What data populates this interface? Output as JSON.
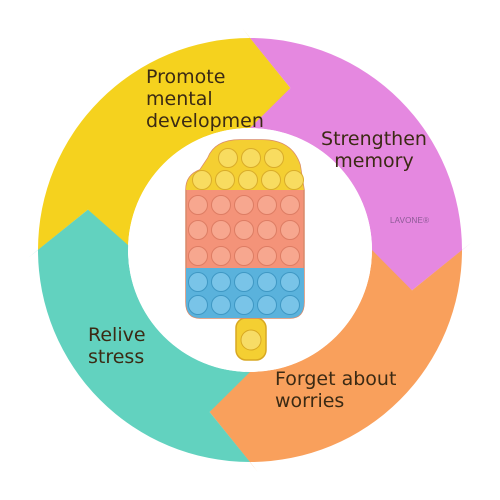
{
  "cycle": {
    "segments": [
      {
        "id": "promote",
        "lines": [
          "Promote",
          "mental",
          "developmen"
        ],
        "color": "#f5d21e"
      },
      {
        "id": "strengthen",
        "lines": [
          "Strengthen",
          "memory"
        ],
        "color": "#e588e0"
      },
      {
        "id": "forget",
        "lines": [
          "Forget about",
          "worries"
        ],
        "color": "#f9a05c"
      },
      {
        "id": "relive",
        "lines": [
          "Relive",
          "stress"
        ],
        "color": "#62d2bf"
      }
    ]
  },
  "watermark": "LAVONE®",
  "toy": {
    "colors": {
      "yellow": "#f4cf32",
      "salmon": "#f49379",
      "blue": "#5ab2dc",
      "outline": "#d98a6a"
    }
  }
}
